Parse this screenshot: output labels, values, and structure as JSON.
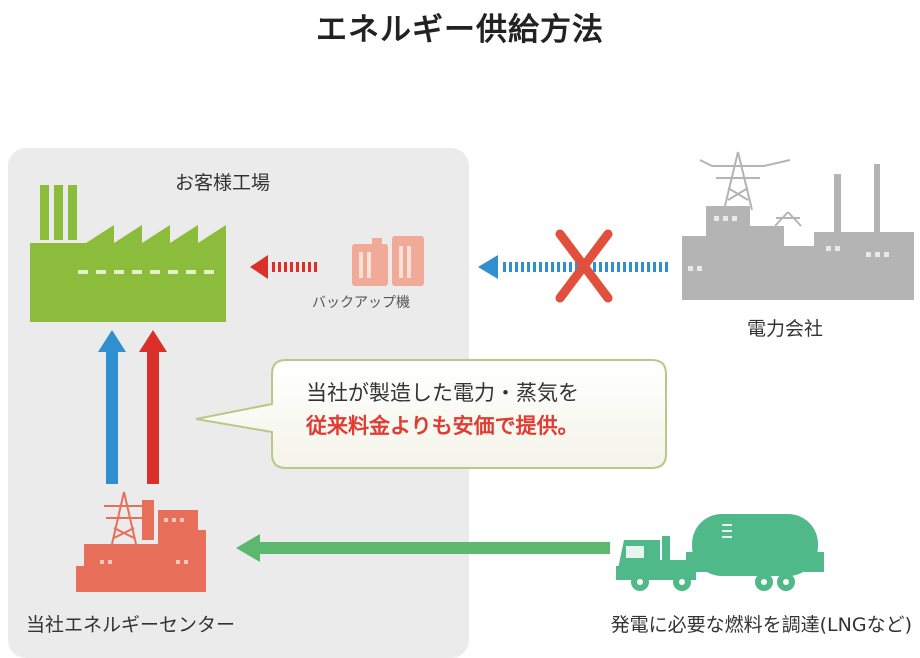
{
  "title": "エネルギー供給方法",
  "labels": {
    "customer_factory": "お客様工場",
    "backup_unit": "バックアップ機",
    "power_company": "電力会社",
    "energy_center": "当社エネルギーセンター",
    "fuel_procurement": "発電に必要な燃料を調達(LNGなど)"
  },
  "callout": {
    "line1": "当社が製造した電力・蒸気を",
    "line2": "従来料金よりも安価で提供。"
  },
  "colors": {
    "factory": "#8cbc3c",
    "truck": "#4fb98a",
    "center": "#e8705a",
    "backup": "#f2aa98",
    "power_company": "#b4b4b4",
    "electricity_arrow": "#2f8fcf",
    "steam_arrow": "#d9302a",
    "fuel_arrow": "#5cb86e",
    "accent_text": "#e03c31"
  }
}
